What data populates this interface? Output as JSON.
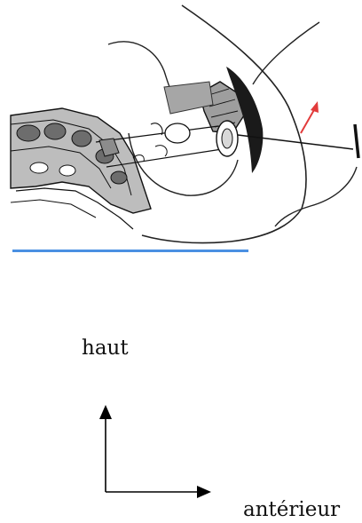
{
  "illustration": {
    "icon": "sagittal-pelvis-anatomy-drawing",
    "direction_arrow_color": "#e23b3b"
  },
  "baseline": {
    "color": "#4a90e2"
  },
  "orientation": {
    "up_label": "haut",
    "anterior_label": "antérieur",
    "arrow_color": "#000000"
  }
}
